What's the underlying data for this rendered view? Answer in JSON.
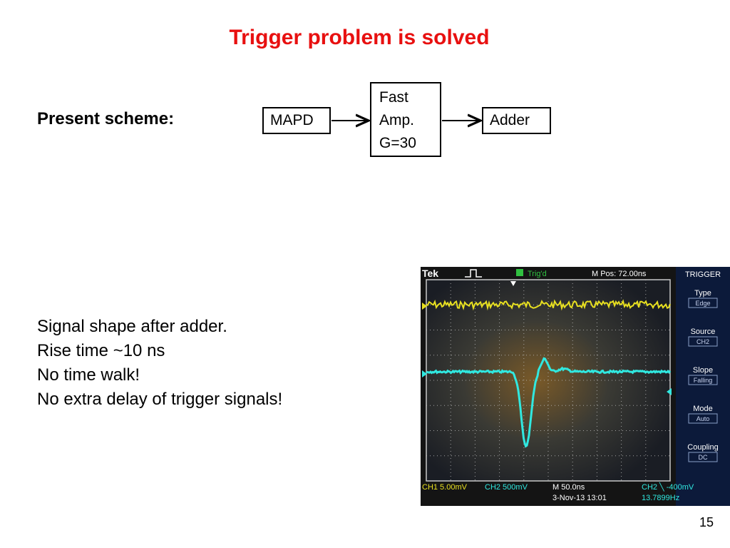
{
  "title": "Trigger problem is solved",
  "scheme": {
    "label": "Present scheme:",
    "mapd": "MAPD",
    "amp_lines": [
      "Fast",
      "Amp.",
      "G=30"
    ],
    "adder": "Adder"
  },
  "notes": [
    "Signal shape after adder.",
    "Rise time ~10 ns",
    "",
    "No time walk!",
    "No extra delay of trigger signals!"
  ],
  "page_number": "15",
  "scope": {
    "brand": "Tek",
    "trig_status": "Trig'd",
    "m_pos": "M Pos: 72.00ns",
    "trigger_panel": {
      "title": "TRIGGER",
      "items": [
        {
          "label": "Type",
          "value": "Edge"
        },
        {
          "label": "Source",
          "value": "CH2"
        },
        {
          "label": "Slope",
          "value": "Falling"
        },
        {
          "label": "Mode",
          "value": "Auto"
        },
        {
          "label": "Coupling",
          "value": "DC"
        }
      ]
    },
    "ch1_scale": "CH1  5.00mV",
    "ch2_scale": "CH2  500mV",
    "timebase": "M 50.0ns",
    "date": "3-Nov-13 13:01",
    "trigger_level": "CH2  ╲  -400mV",
    "frequency": "13.7899Hz",
    "colors": {
      "ch1": "#e8e020",
      "ch2": "#30e8e0",
      "background": "#141414"
    }
  }
}
